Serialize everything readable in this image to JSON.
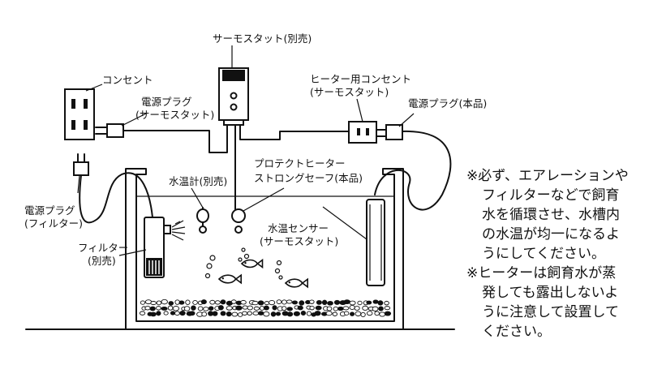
{
  "labels": {
    "thermostat": "サーモスタット(別売)",
    "outlet": "コンセント",
    "plug_thermostat_1": "電源プラグ",
    "plug_thermostat_2": "(サーモスタット)",
    "heater_outlet_1": "ヒーター用コンセント",
    "heater_outlet_2": "(サーモスタット)",
    "plug_main": "電源プラグ(本品)",
    "plug_filter_1": "電源プラグ",
    "plug_filter_2": "(フィルター)",
    "water_thermometer": "水温計(別売)",
    "heater_1": "プロテクトヒーター",
    "heater_2": "ストロングセーフ(本品)",
    "sensor_1": "水温センサー",
    "sensor_2": "(サーモスタット)",
    "filter_1": "フィルター",
    "filter_2": "(別売)"
  },
  "notes": [
    "※必ず、エアレーションや",
    "フィルターなどで飼育",
    "水を循環させ、水槽内",
    "の水温が均一になるよ",
    "うにしてください。",
    "※ヒーターは飼育水が蒸",
    "発しても露出しないよ",
    "うに注意して設置して",
    "ください。"
  ]
}
